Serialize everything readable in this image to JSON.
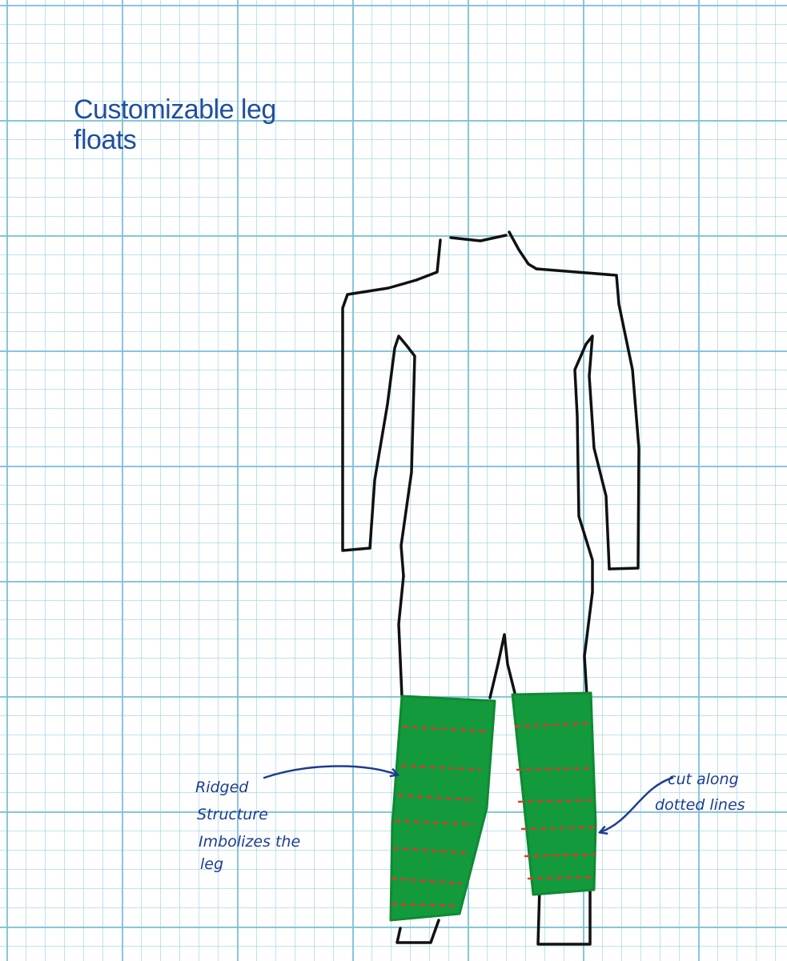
{
  "title": {
    "line1": "Customizable leg",
    "line2": "floats"
  },
  "annotations": {
    "left_line1": "Ridged",
    "left_line2": "Structure",
    "left_line3": "Imbolizes the",
    "left_line4": "leg",
    "right_line1": "cut along",
    "right_line2": "dotted lines"
  },
  "colors": {
    "background": "#ffffff",
    "grid": "#7fbfd8",
    "title": "#1f4f9e",
    "outline": "#111111",
    "float_fill": "#129a3c",
    "dotted_lines": "#e0392e",
    "annotation_ink": "#1d3d8f"
  }
}
